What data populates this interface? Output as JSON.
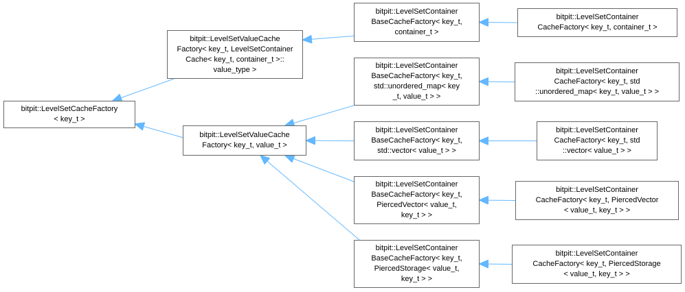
{
  "colors": {
    "edge": "#63b8ff",
    "border": "#666666",
    "text": "#000000",
    "background": "#ffffff"
  },
  "nodes": {
    "cache_factory": {
      "label": "bitpit::LevelSetCacheFactory\n< key_t >"
    },
    "value_cache_factory_container": {
      "label": "bitpit::LevelSetValueCache\nFactory< key_t, LevelSetContainer\nCache< key_t, container_t >::\nvalue_type >"
    },
    "value_cache_factory_value": {
      "label": "bitpit::LevelSetValueCache\nFactory< key_t, value_t >"
    },
    "base_container": {
      "label": "bitpit::LevelSetContainer\nBaseCacheFactory< key_t,\ncontainer_t >"
    },
    "base_unordered_map": {
      "label": "bitpit::LevelSetContainer\nBaseCacheFactory< key_t,\nstd::unordered_map< key\n_t, value_t > >"
    },
    "base_vector": {
      "label": "bitpit::LevelSetContainer\nBaseCacheFactory< key_t,\nstd::vector< value_t > >"
    },
    "base_pierced_vector": {
      "label": "bitpit::LevelSetContainer\nBaseCacheFactory< key_t,\nPiercedVector< value_t,\nkey_t > >"
    },
    "base_pierced_storage": {
      "label": "bitpit::LevelSetContainer\nBaseCacheFactory< key_t,\nPiercedStorage< value_t,\nkey_t > >"
    },
    "container_container": {
      "label": "bitpit::LevelSetContainer\nCacheFactory< key_t, container_t >"
    },
    "container_unordered_map": {
      "label": "bitpit::LevelSetContainer\nCacheFactory< key_t, std\n::unordered_map< key_t, value_t > >"
    },
    "container_vector": {
      "label": "bitpit::LevelSetContainer\nCacheFactory< key_t, std\n::vector< value_t > >"
    },
    "container_pierced_vector": {
      "label": "bitpit::LevelSetContainer\nCacheFactory< key_t, PiercedVector\n< value_t, key_t > >"
    },
    "container_pierced_storage": {
      "label": "bitpit::LevelSetContainer\nCacheFactory< key_t, PiercedStorage\n< value_t, key_t > >"
    }
  },
  "edges": [
    {
      "from": "value_cache_factory_container",
      "to": "cache_factory"
    },
    {
      "from": "value_cache_factory_value",
      "to": "cache_factory"
    },
    {
      "from": "base_container",
      "to": "value_cache_factory_container"
    },
    {
      "from": "base_unordered_map",
      "to": "value_cache_factory_value"
    },
    {
      "from": "base_vector",
      "to": "value_cache_factory_value"
    },
    {
      "from": "base_pierced_vector",
      "to": "value_cache_factory_value"
    },
    {
      "from": "base_pierced_storage",
      "to": "value_cache_factory_value"
    },
    {
      "from": "container_container",
      "to": "base_container"
    },
    {
      "from": "container_unordered_map",
      "to": "base_unordered_map"
    },
    {
      "from": "container_vector",
      "to": "base_vector"
    },
    {
      "from": "container_pierced_vector",
      "to": "base_pierced_vector"
    },
    {
      "from": "container_pierced_storage",
      "to": "base_pierced_storage"
    }
  ]
}
